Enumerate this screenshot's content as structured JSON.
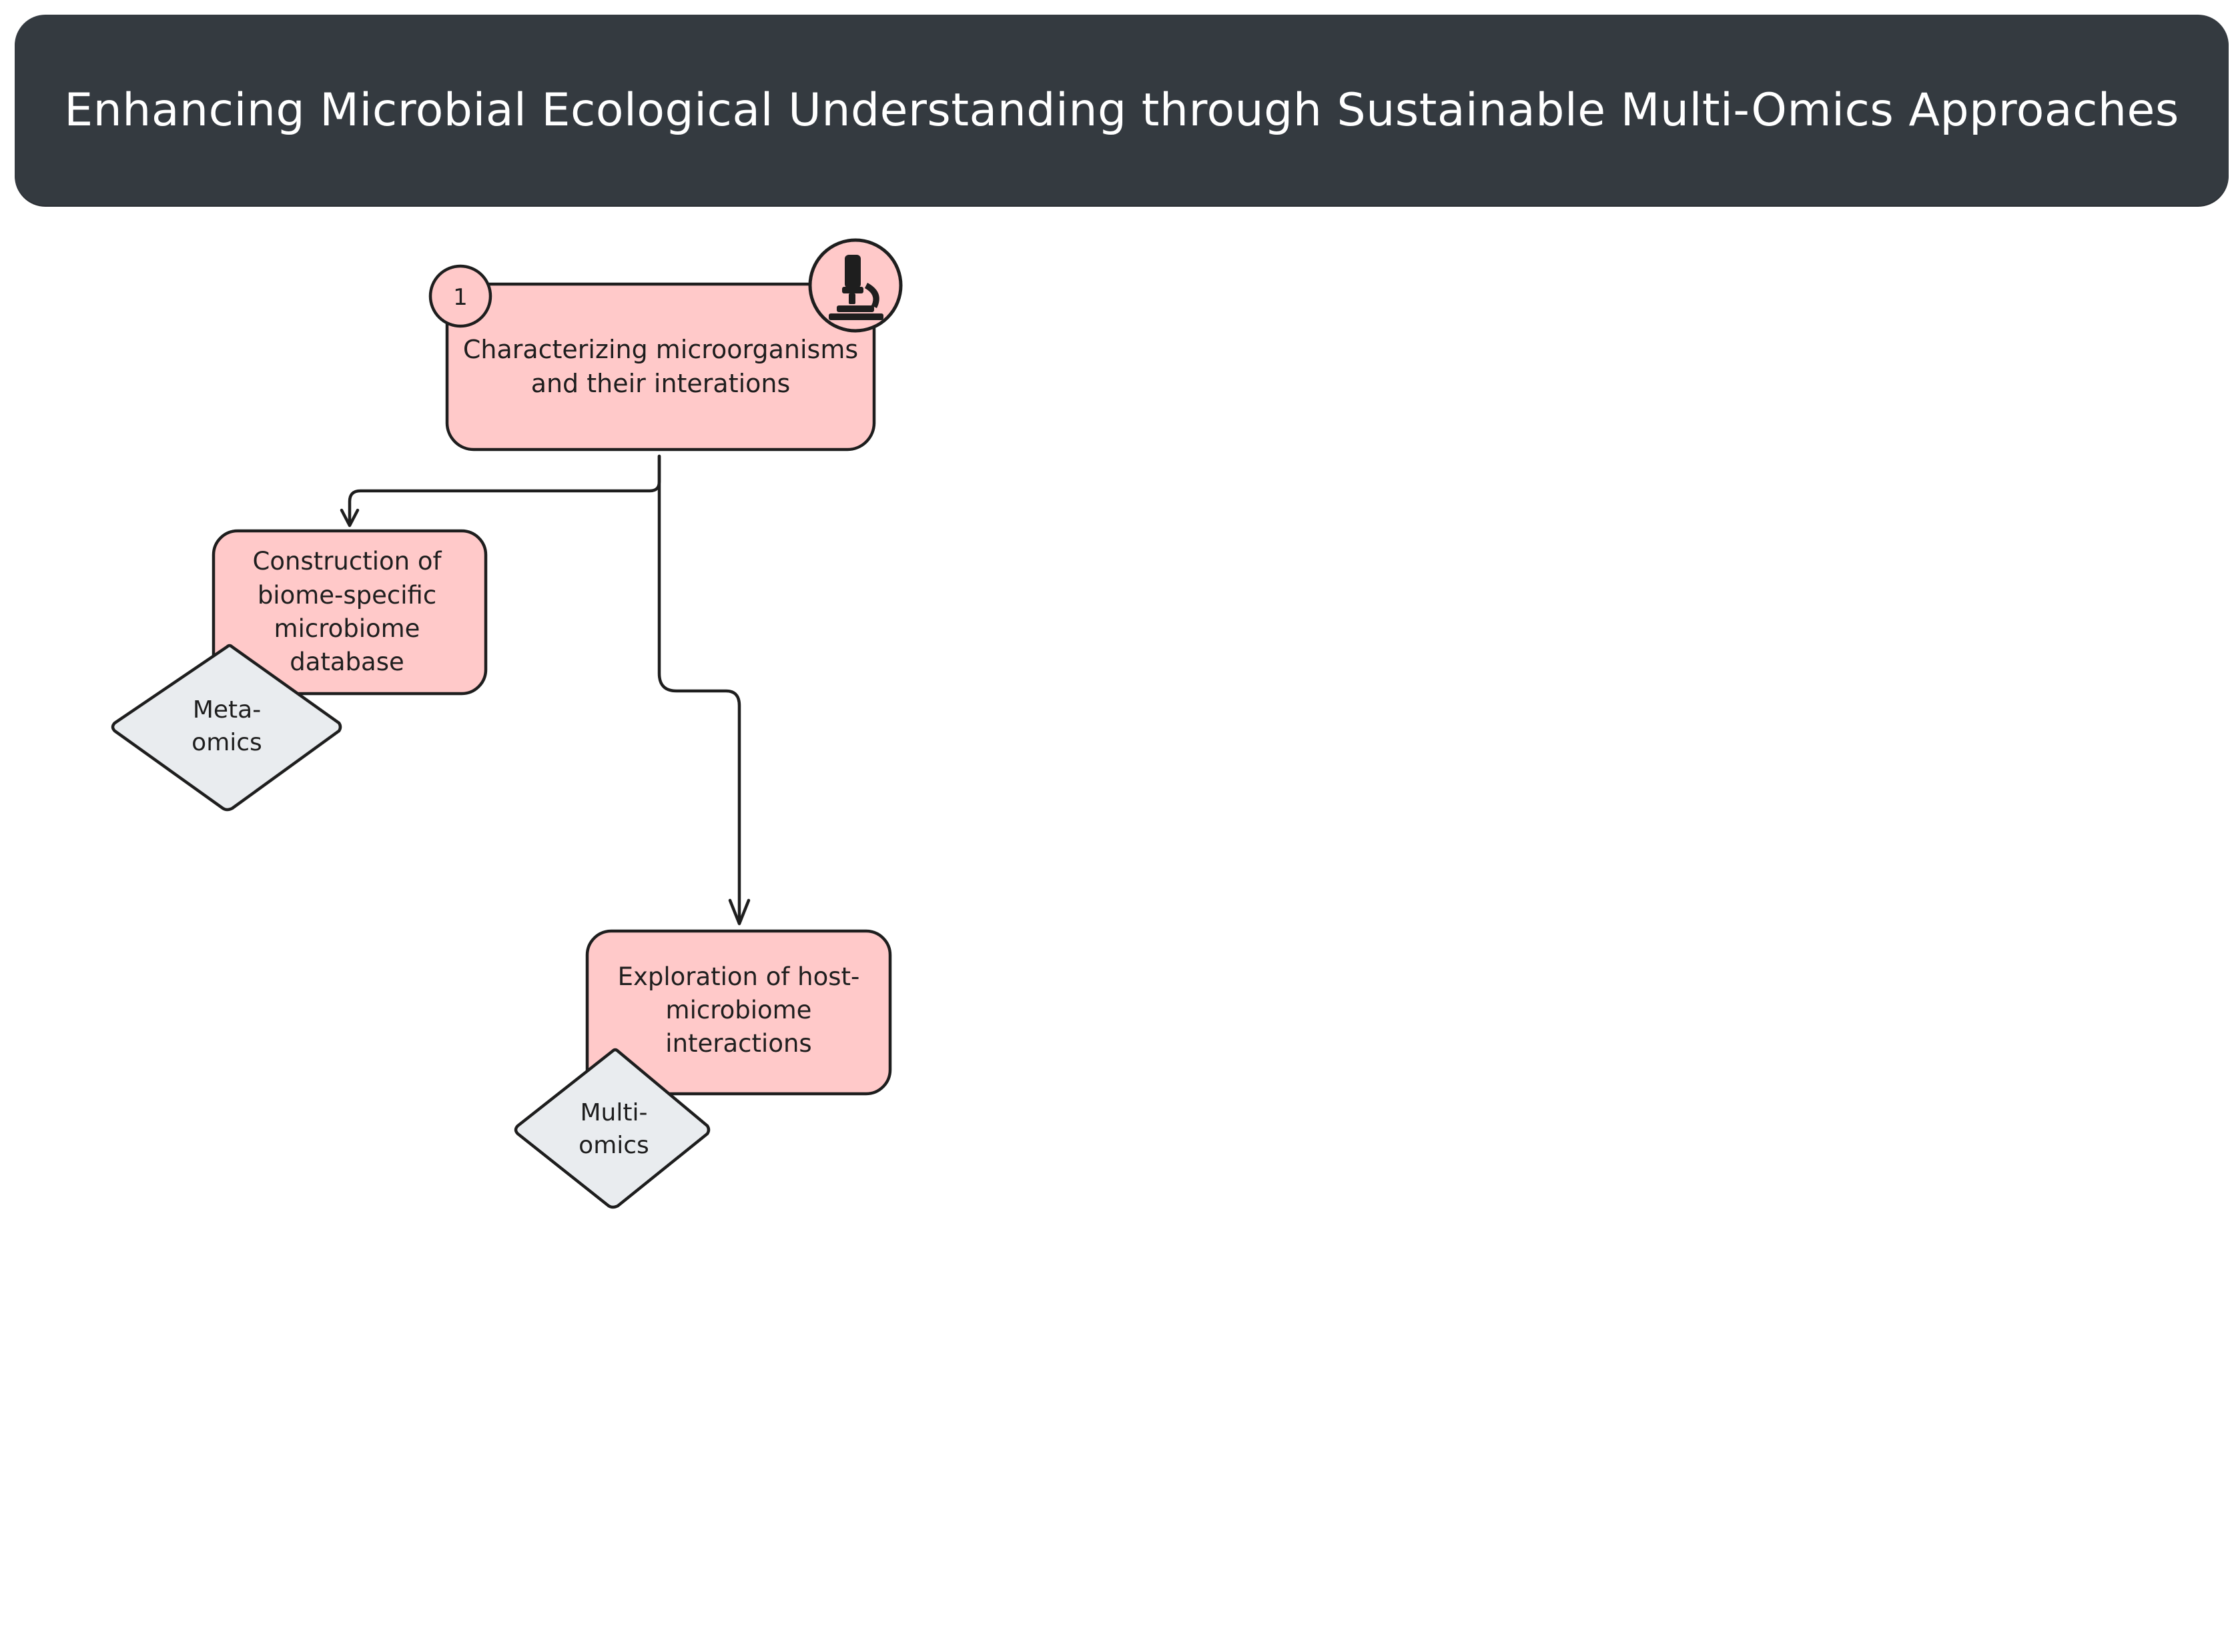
{
  "title": "Enhancing Microbial Ecological Understanding through Sustainable Multi-Omics Approaches",
  "colors": {
    "banner": "#343a40",
    "card_fill": "#ffc9c9",
    "diamond_fill": "#e9ecef",
    "stroke": "#1e1e1e"
  },
  "nodes": {
    "main": {
      "number": "1",
      "icon": "microscope-icon",
      "label_line1": "Characterizing microorganisms",
      "label_line2": "and their interations"
    },
    "database": {
      "label_line1": "Construction of",
      "label_line2": "biome-specific",
      "label_line3": "microbiome",
      "label_line4": "database",
      "method_line1": "Meta-",
      "method_line2": "omics"
    },
    "host": {
      "label_line1": "Exploration of host-",
      "label_line2": "microbiome",
      "label_line3": "interactions",
      "method_line1": "Multi-",
      "method_line2": "omics"
    }
  }
}
